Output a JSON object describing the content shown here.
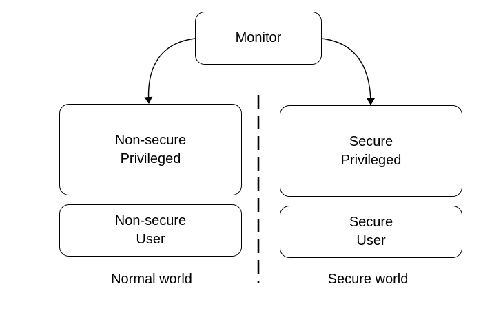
{
  "monitor": {
    "label": "Monitor"
  },
  "normal_world": {
    "privileged": {
      "line1": "Non-secure",
      "line2": "Privileged"
    },
    "user": {
      "line1": "Non-secure",
      "line2": "User"
    },
    "caption": "Normal world"
  },
  "secure_world": {
    "privileged": {
      "line1": "Secure",
      "line2": "Privileged"
    },
    "user": {
      "line1": "Secure",
      "line2": "User"
    },
    "caption": "Secure world"
  },
  "colors": {
    "stroke": "#000000",
    "background": "#ffffff"
  }
}
